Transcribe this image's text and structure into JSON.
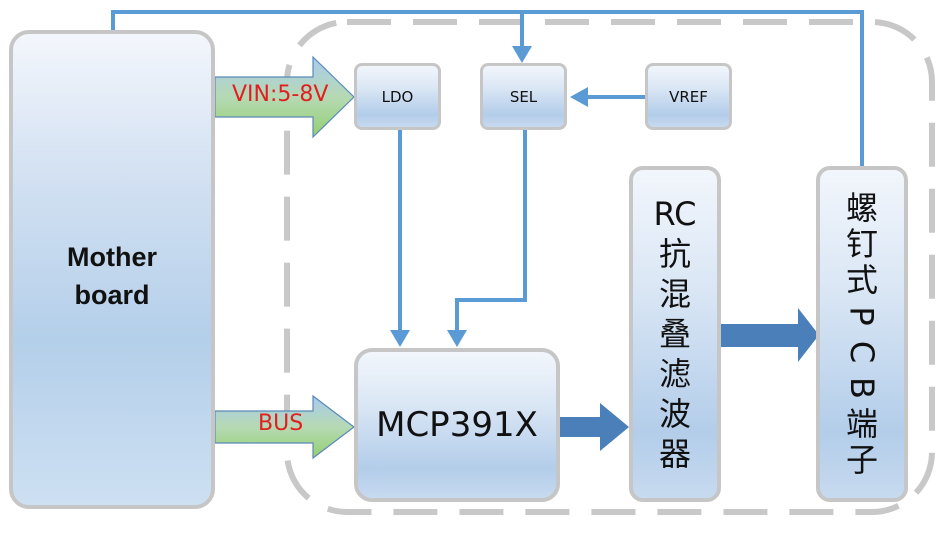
{
  "diagram": {
    "blocks": {
      "motherboard": {
        "label_lines": [
          "Mother",
          "board"
        ]
      },
      "ldo": {
        "label": "LDO"
      },
      "sel": {
        "label": "SEL"
      },
      "vref": {
        "label": "VREF"
      },
      "adc": {
        "label": "MCP391X"
      },
      "filter": {
        "label_chars": [
          "RC",
          "抗",
          "混",
          "叠",
          "滤",
          "波",
          "器"
        ]
      },
      "terminal": {
        "label_chars": [
          "螺",
          "钉",
          "式",
          "P",
          "C",
          "B",
          "端",
          "子"
        ]
      }
    },
    "arrows": {
      "vin": {
        "label": "VIN:5-8V",
        "from": "Mother board",
        "to": "LDO"
      },
      "bus": {
        "label": "BUS",
        "from": "Mother board",
        "to": "MCP391X"
      },
      "ldo_to_adc": {
        "from": "LDO",
        "to": "MCP391X"
      },
      "sel_to_adc": {
        "from": "SEL",
        "to": "MCP391X"
      },
      "vref_to_sel": {
        "from": "VREF",
        "to": "SEL"
      },
      "mobo_to_sel": {
        "from": "Mother board",
        "to": "SEL"
      },
      "adc_to_filter": {
        "from": "MCP391X",
        "to": "RC抗混叠滤波器"
      },
      "filter_to_terminal": {
        "from": "RC抗混叠滤波器",
        "to": "螺钉式PCB端子"
      }
    },
    "colors": {
      "line_blue": "#5b9bd5",
      "thick_arrow_blue": "#4a7fba",
      "dash_gray": "#c8c8c8",
      "label_red": "#e02020",
      "bus_arrow_green": "#a8d88a",
      "bus_arrow_blue": "#a6c8ea",
      "block_border": "#c6c6c6"
    }
  }
}
